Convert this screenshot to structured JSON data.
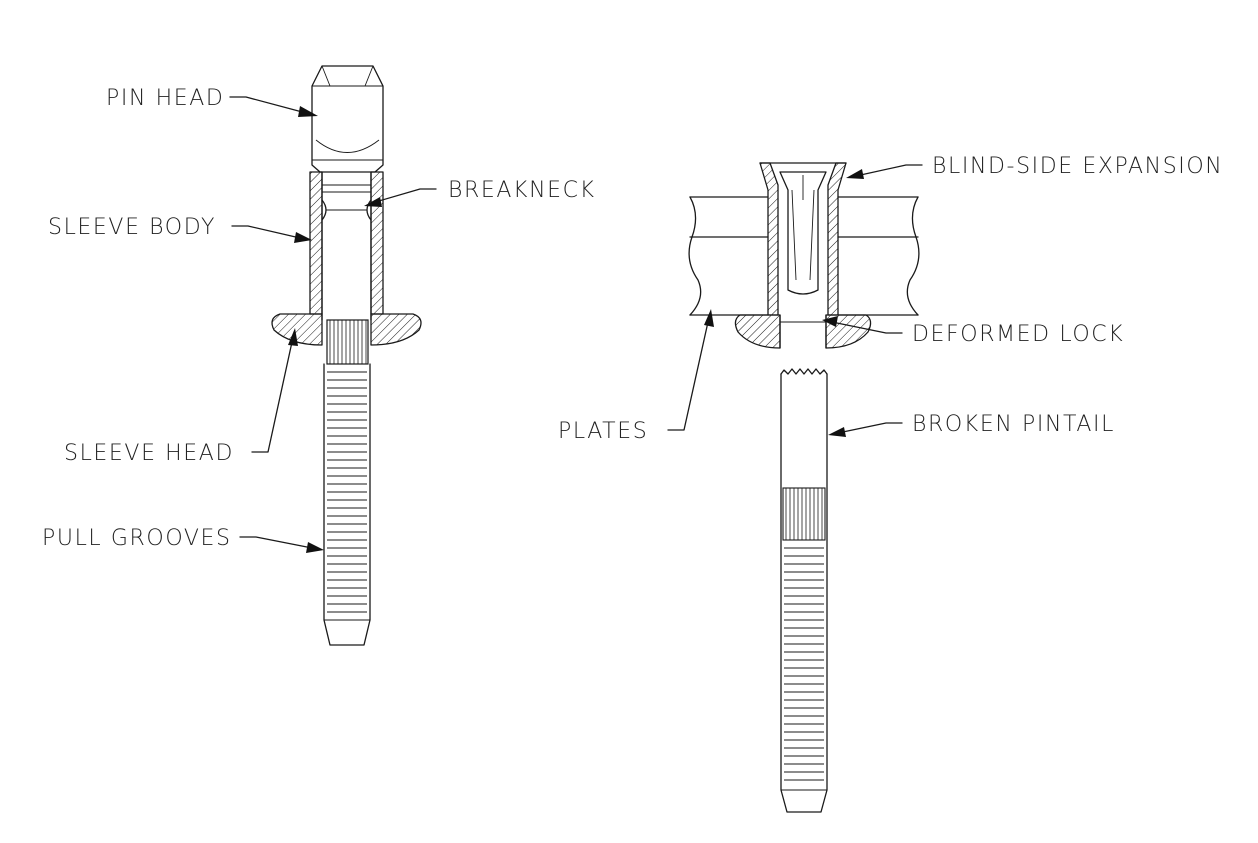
{
  "labels": {
    "pin_head": "PIN HEAD",
    "breakneck": "BREAKNECK",
    "sleeve_body": "SLEEVE BODY",
    "sleeve_head": "SLEEVE HEAD",
    "pull_grooves": "PULL GROOVES",
    "blind_side_expansion": "BLIND-SIDE EXPANSION",
    "deformed_lock": "DEFORMED LOCK",
    "plates": "PLATES",
    "broken_pintail": "BROKEN PINTAIL"
  },
  "colors": {
    "line": "#1a1a1a",
    "text": "#222222",
    "background": "#ffffff"
  }
}
